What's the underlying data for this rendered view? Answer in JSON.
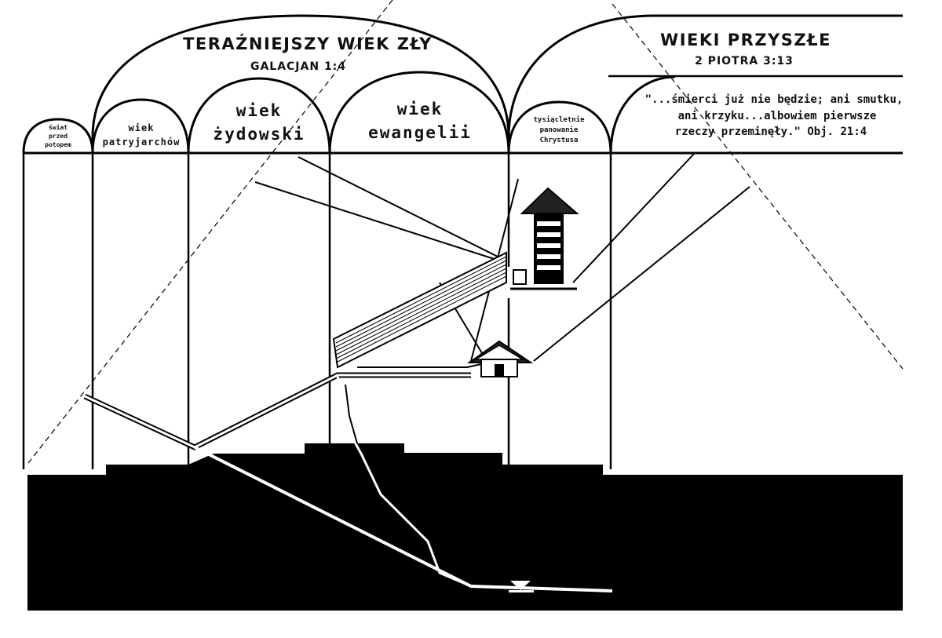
{
  "title": {
    "main": "TERAŹNIEJSZY WIEK ZŁY",
    "reference": "GALACJAN 1:4"
  },
  "future": {
    "main": "WIEKI PRZYSZŁE",
    "reference": "2 PIOTRA 3:13",
    "quote_lines": [
      "\"...śmierci już nie będzie; ani smutku,",
      "ani krzyku...albowiem pierwsze",
      "rzeczy przeminęły.\" Obj. 21:4"
    ]
  },
  "ages": [
    {
      "id": "before-flood",
      "lines": [
        "świat",
        "przed",
        "potopem"
      ]
    },
    {
      "id": "patriarchs",
      "lines": [
        "wiek",
        "patryjarchów"
      ]
    },
    {
      "id": "jewish",
      "lines": [
        "wiek",
        "żydowski"
      ]
    },
    {
      "id": "gospel",
      "lines": [
        "wiek",
        "ewangelii"
      ]
    },
    {
      "id": "millennium",
      "lines": [
        "tysiącletnie",
        "panowanie",
        "Chrystusa"
      ]
    }
  ],
  "colors": {
    "ground": "#000000",
    "paper": "#ffffff",
    "ink": "#111111"
  }
}
